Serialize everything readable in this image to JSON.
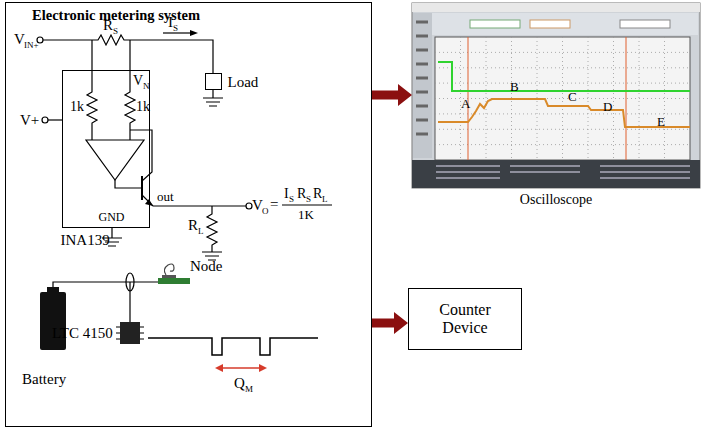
{
  "diagram": {
    "nodes": [
      {
        "text": [
          "Electronic metering system"
        ]
      },
      {
        "text": [
          "INA139",
          "GND"
        ],
        "in": 0
      },
      {
        "text": [
          "Load"
        ],
        "in": 0
      },
      {
        "text": [
          "Oscilloscope"
        ]
      },
      {
        "text": [
          "Counter Device"
        ]
      }
    ],
    "edges": [
      {
        "from": 0,
        "to": 3,
        "arrow": "to"
      },
      {
        "from": 0,
        "to": 4,
        "arrow": "to"
      }
    ],
    "labels": [
      "V",
      "IN+",
      "R",
      "S",
      "I",
      "S",
      "V",
      "N",
      "1k",
      "1k",
      "V+",
      "out",
      "V",
      "O",
      "=",
      "I",
      "S",
      "R",
      "S",
      "R",
      "L",
      "1K",
      "R",
      "L",
      "Node",
      "Battery",
      "LTC 4150",
      "Q",
      "M",
      "A",
      "B",
      "C",
      "D",
      "E"
    ]
  }
}
